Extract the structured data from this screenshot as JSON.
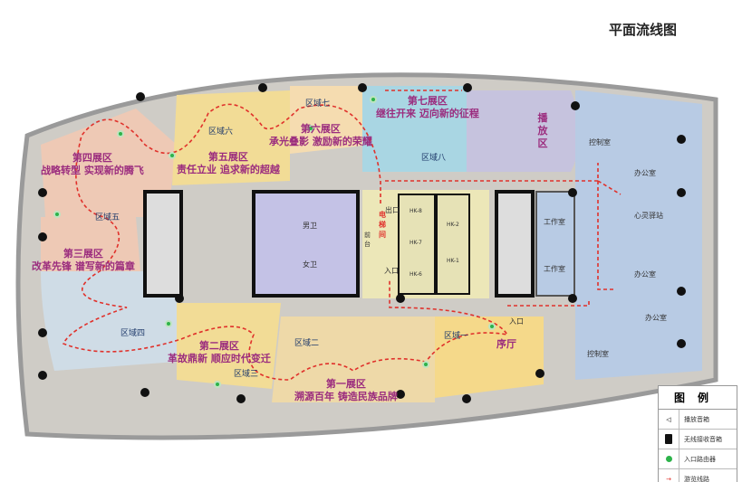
{
  "title": "平面流线图",
  "zones": [
    "区域一",
    "区域二",
    "区域三",
    "区域四",
    "区域五",
    "区域六",
    "区域七",
    "区域八"
  ],
  "exhibits": [
    {
      "name": "第一展区",
      "slogan": "溯源百年 铸造民族品牌"
    },
    {
      "name": "第二展区",
      "slogan": "革故鼎新 顺应时代变迁"
    },
    {
      "name": "第三展区",
      "slogan": "改革先锋 谱写新的篇章"
    },
    {
      "name": "第四展区",
      "slogan": "战略转型 实现新的腾飞"
    },
    {
      "name": "第五展区",
      "slogan": "责任立业 追求新的超越"
    },
    {
      "name": "第六展区",
      "slogan": "承光叠影 激励新的荣耀"
    },
    {
      "name": "第七展区",
      "slogan": "继往开来 迈向新的征程"
    }
  ],
  "rooms": {
    "playback": "播放区",
    "lobby": "序厅",
    "elevator_hall": "电梯间",
    "reception": "前台",
    "exit": "出口",
    "entrance": "入口",
    "entrance2": "入口",
    "male_wc": "男卫",
    "female_wc": "女卫",
    "control1": "控制室",
    "control2": "控制室",
    "office1": "办公室",
    "office2": "办公室",
    "office3": "办公室",
    "lounge": "心灵驿站",
    "studio1": "工作室",
    "studio2": "工作室",
    "lifts": [
      "HK-8",
      "HK-7",
      "HK-6",
      "HK-2",
      "HK-1"
    ]
  },
  "legend": {
    "title": "图例",
    "items": [
      {
        "icon": "speaker-icon",
        "label": "播放音箱"
      },
      {
        "icon": "wireless-speaker-icon",
        "label": "无线接收音箱"
      },
      {
        "icon": "router-icon",
        "label": "入口路由器"
      },
      {
        "icon": "route-arrow-icon",
        "label": "游览线路"
      }
    ]
  },
  "colors": {
    "route": "#e0312b",
    "exhibit_text": "#9b2c7e",
    "zone_text": "#1f3a6b",
    "router": "#2db34a",
    "wall": "#6e6b66"
  }
}
